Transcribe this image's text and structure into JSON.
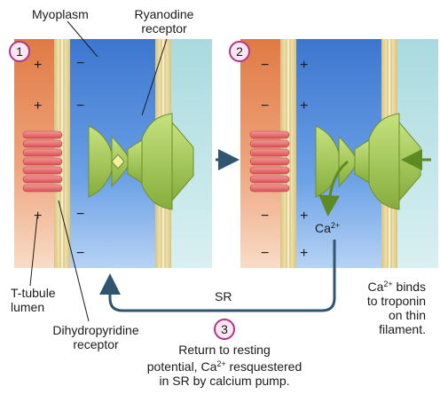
{
  "labels": {
    "myoplasm": "Myoplasm",
    "ryanodine_receptor": [
      "Ryanodine",
      "receptor"
    ],
    "t_tubule_lumen": [
      "T-tubule",
      "lumen"
    ],
    "dihydropyridine_receptor": [
      "Dihydropyridine",
      "receptor"
    ],
    "sr": "SR",
    "ca_ion": {
      "base": "Ca",
      "sup": "2+"
    },
    "ca_binds": [
      {
        "base": "Ca",
        "sup": "2+",
        "rest": " binds"
      },
      {
        "text": "to troponin"
      },
      {
        "text": "on thin"
      },
      {
        "text": "filament."
      }
    ],
    "step3_caption": [
      {
        "text": "Return to resting"
      },
      {
        "base": "potential, Ca",
        "sup": "2+",
        "rest": " resquestered"
      },
      {
        "text": "in SR by calcium pump."
      }
    ]
  },
  "steps": [
    "1",
    "2",
    "3"
  ],
  "charges": {
    "plus": "+",
    "minus": "−"
  },
  "colors": {
    "t_tubule": "#e9915f",
    "myoplasm": "#4d88d8",
    "sr_lumen": "#bfe5e8",
    "membrane": "#f1e3a6",
    "membrane_edge": "#c9b36a",
    "dhp_receptor": "#ec6b6b",
    "ryanodine": "#a9cf56",
    "arrow": "#2f5570",
    "badge_border": "#b0368a",
    "badge_fill": "#fbe7f1"
  }
}
